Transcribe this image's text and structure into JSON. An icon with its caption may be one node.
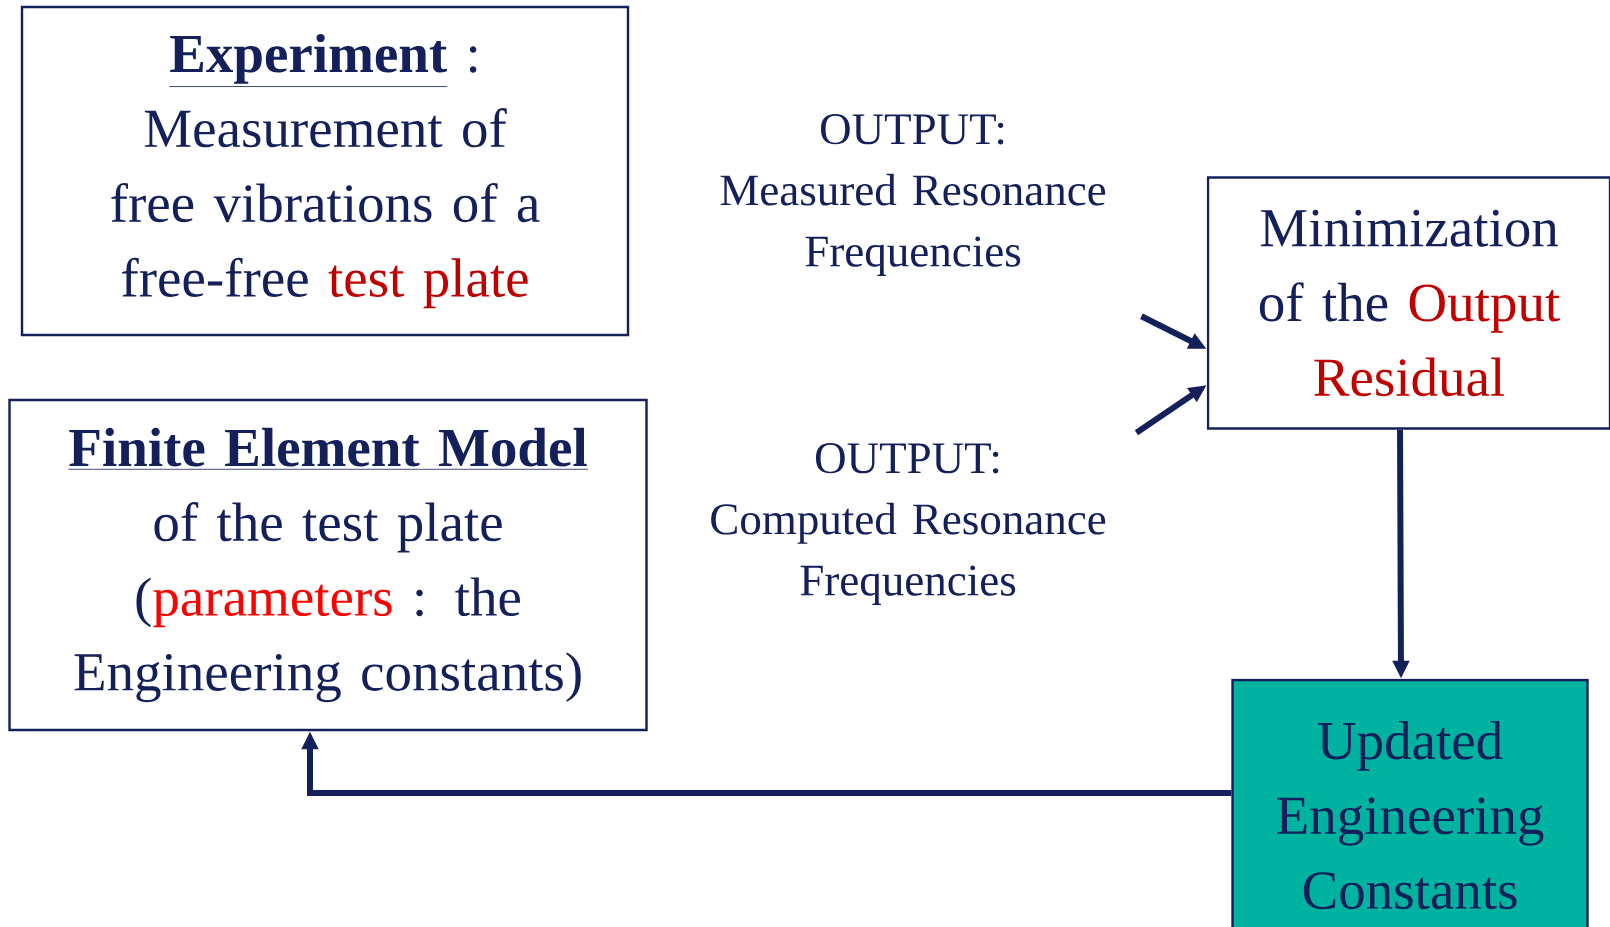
{
  "diagram": {
    "nodes": [
      {
        "text": [
          "Experiment",
          ":",
          "Measurement of free vibrations of a free-free",
          "test plate"
        ]
      },
      {
        "text": [
          "OUTPUT:",
          "Measured Resonance Frequencies"
        ]
      },
      {
        "text": [
          "Minimization of the",
          "Output Residual"
        ]
      },
      {
        "text": [
          "Finite Element Model",
          "of the test plate",
          "(",
          "parameters",
          ": the Engineering constants)"
        ]
      },
      {
        "text": [
          "OUTPUT:",
          "Computed Resonance Frequencies"
        ]
      },
      {
        "text": [
          "Updated Engineering Constants"
        ]
      }
    ],
    "edges": [
      {
        "from": 1,
        "to": 2,
        "arrow": "to"
      },
      {
        "from": 4,
        "to": 2,
        "arrow": "to"
      },
      {
        "from": 2,
        "to": 5,
        "arrow": "to"
      },
      {
        "from": 5,
        "to": 3,
        "arrow": "to"
      }
    ]
  }
}
